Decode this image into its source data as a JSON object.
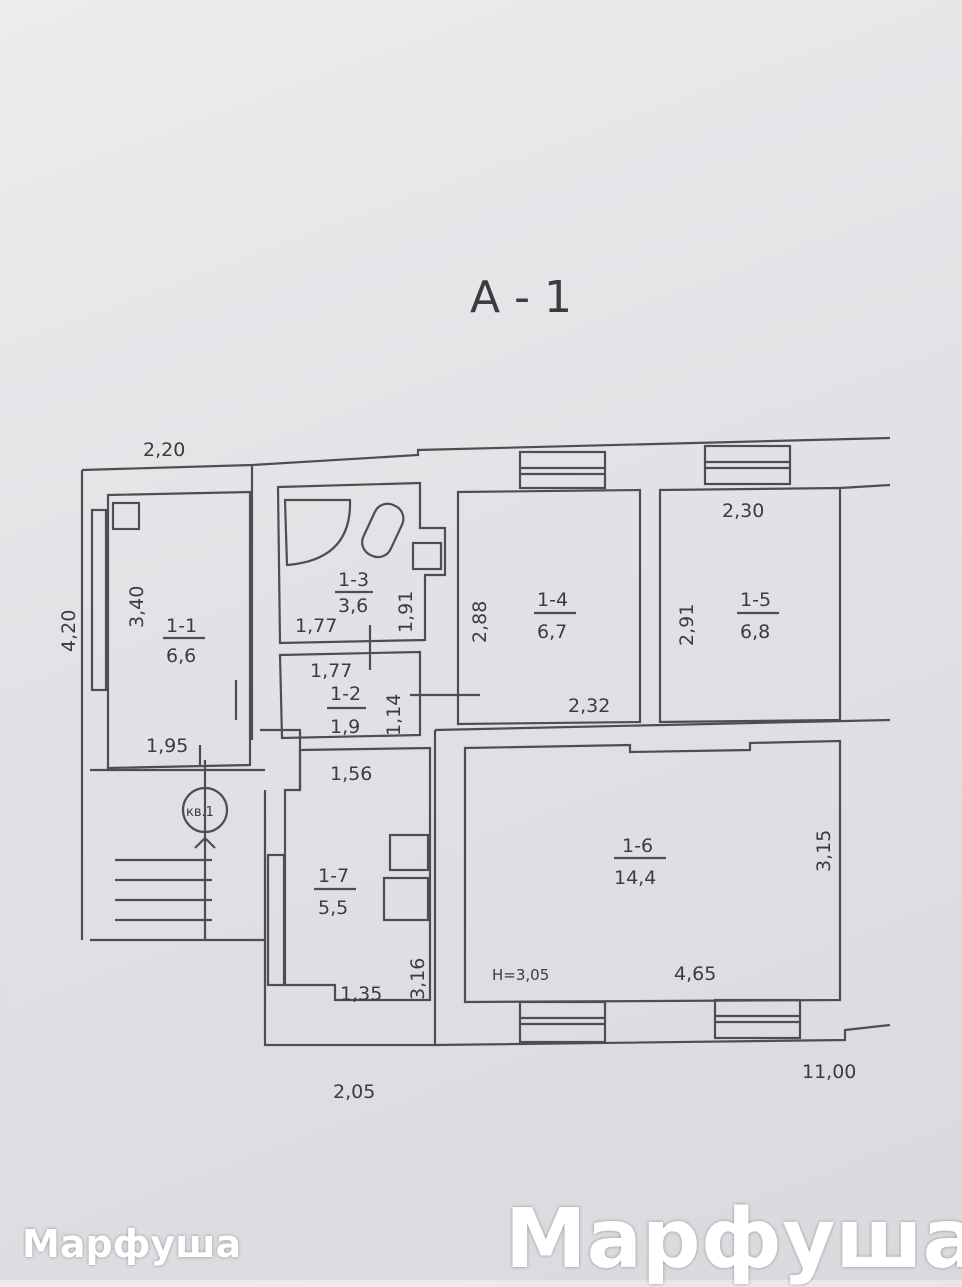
{
  "title": "A - 1",
  "rooms": [
    {
      "id": "1-1",
      "area": "6,6"
    },
    {
      "id": "1-2",
      "area": "1,9"
    },
    {
      "id": "1-3",
      "area": "3,6"
    },
    {
      "id": "1-4",
      "area": "6,7"
    },
    {
      "id": "1-5",
      "area": "6,8"
    },
    {
      "id": "1-6",
      "area": "14,4"
    },
    {
      "id": "1-7",
      "area": "5,5"
    }
  ],
  "dimensions": {
    "top_left_width": "2,20",
    "left_height": "4,20",
    "r11_height": "3,40",
    "r11_width": "1,95",
    "r13_width": "1,77",
    "r13_height": "1,91",
    "r12_width": "1,77",
    "r12_height": "1,14",
    "r14_height": "2,88",
    "r14_width": "2,32",
    "r15_width": "2,30",
    "r15_height": "2,91",
    "r17_width_top": "1,56",
    "r17_width_bottom": "1,35",
    "r17_height": "3,16",
    "r16_height": "3,15",
    "r16_width": "4,65",
    "ceiling": "H=3,05",
    "bottom_left": "2,05",
    "total": "11,00"
  },
  "entrance_label": "кв.1",
  "watermark": "Марфуша"
}
